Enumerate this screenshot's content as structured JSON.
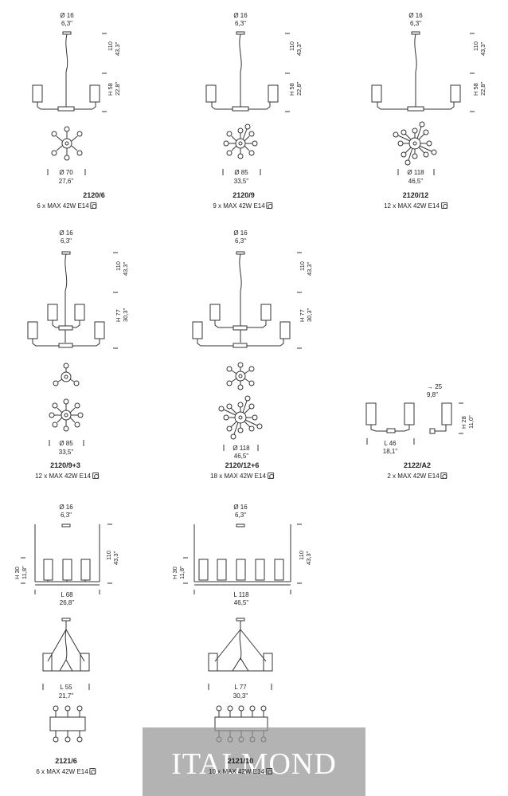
{
  "products": [
    {
      "code": "2120/6",
      "spec": "6 x MAX 42W E14",
      "canopy_dia_cm": "Ø 16",
      "canopy_dia_in": "6,3\"",
      "drop_cm": "110",
      "drop_in": "43,3\"",
      "height_cm": "H 58",
      "height_in": "22,8\"",
      "dia_cm": "Ø 70",
      "dia_in": "27,6\""
    },
    {
      "code": "2120/9",
      "spec": "9 x MAX 42W E14",
      "canopy_dia_cm": "Ø 16",
      "canopy_dia_in": "6,3\"",
      "drop_cm": "110",
      "drop_in": "43,3\"",
      "height_cm": "H 58",
      "height_in": "22,8\"",
      "dia_cm": "Ø 85",
      "dia_in": "33,5\""
    },
    {
      "code": "2120/12",
      "spec": "12 x MAX 42W E14",
      "canopy_dia_cm": "Ø 16",
      "canopy_dia_in": "6,3\"",
      "drop_cm": "110",
      "drop_in": "43,3\"",
      "height_cm": "H 58",
      "height_in": "22,8\"",
      "dia_cm": "Ø 118",
      "dia_in": "46,5\""
    },
    {
      "code": "2120/9+3",
      "spec": "12 x MAX 42W E14",
      "canopy_dia_cm": "Ø 16",
      "canopy_dia_in": "6,3\"",
      "drop_cm": "110",
      "drop_in": "43,3\"",
      "height_cm": "H 77",
      "height_in": "30,3\"",
      "dia_cm": "Ø 85",
      "dia_in": "33,5\""
    },
    {
      "code": "2120/12+6",
      "spec": "18 x MAX 42W E14",
      "canopy_dia_cm": "Ø 16",
      "canopy_dia_in": "6,3\"",
      "drop_cm": "110",
      "drop_in": "43,3\"",
      "height_cm": "H 77",
      "height_in": "30,3\"",
      "dia_cm": "Ø 118",
      "dia_in": "46,5\""
    },
    {
      "code": "2122/A2",
      "spec": "2 x MAX 42W E14",
      "projection_cm": "→ 25",
      "projection_in": "9,8\"",
      "height_cm": "H 28",
      "height_in": "11,0\"",
      "length_cm": "L 46",
      "length_in": "18,1\""
    },
    {
      "code": "2121/6",
      "spec": "6 x MAX 42W E14",
      "canopy_dia_cm": "Ø 16",
      "canopy_dia_in": "6,3\"",
      "drop_cm": "110",
      "drop_in": "43,3\"",
      "height_cm": "H 30",
      "height_in": "11,8\"",
      "length_cm": "L 68",
      "length_in": "26,8\"",
      "width_cm": "L 55",
      "width_in": "21,7\""
    },
    {
      "code": "2121/10",
      "spec": "10 x MAX 42W E14",
      "canopy_dia_cm": "Ø 16",
      "canopy_dia_in": "6,3\"",
      "drop_cm": "110",
      "drop_in": "43,3\"",
      "height_cm": "H 30",
      "height_in": "11,8\"",
      "length_cm": "L 118",
      "length_in": "46,5\"",
      "width_cm": "L 77",
      "width_in": "30,3\""
    }
  ],
  "watermark": "ITALMOND",
  "icons": {
    "bulb": "bulb-symbol-icon",
    "wall_arrow": "projection-arrow-icon"
  }
}
